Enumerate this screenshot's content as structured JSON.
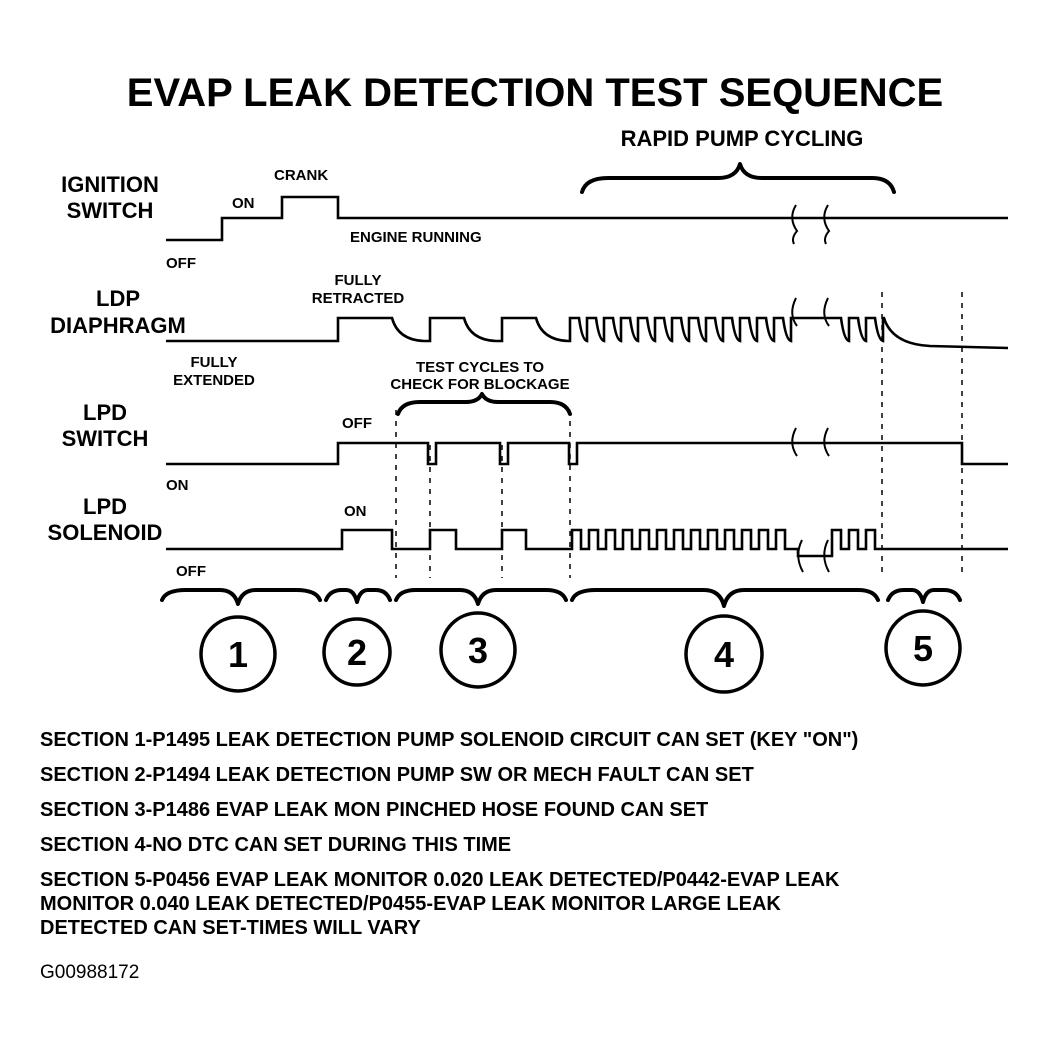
{
  "title": "EVAP LEAK DETECTION TEST SEQUENCE",
  "rapid_label": "RAPID PUMP CYCLING",
  "signals": {
    "ignition": {
      "line1": "IGNITION",
      "line2": "SWITCH",
      "off": "OFF",
      "on": "ON",
      "crank": "CRANK",
      "running": "ENGINE RUNNING"
    },
    "ldp": {
      "line1": "LDP",
      "line2": "DIAPHRAGM",
      "retracted1": "FULLY",
      "retracted2": "RETRACTED",
      "extended1": "FULLY",
      "extended2": "EXTENDED"
    },
    "switch": {
      "line1": "LPD",
      "line2": "SWITCH",
      "off": "OFF",
      "on": "ON"
    },
    "solenoid": {
      "line1": "LPD",
      "line2": "SOLENOID",
      "on": "ON",
      "off": "OFF"
    }
  },
  "test_cycles1": "TEST CYCLES TO",
  "test_cycles2": "CHECK FOR BLOCKAGE",
  "sections": [
    "1",
    "2",
    "3",
    "4",
    "5"
  ],
  "descriptions": [
    [
      "SECTION 1-P1495 LEAK DETECTION PUMP SOLENOID CIRCUIT CAN SET (KEY \"ON\")"
    ],
    [
      "SECTION 2-P1494 LEAK DETECTION PUMP SW OR MECH FAULT CAN SET"
    ],
    [
      "SECTION 3-P1486 EVAP LEAK MON PINCHED HOSE FOUND CAN SET"
    ],
    [
      "SECTION 4-NO DTC CAN SET DURING THIS TIME"
    ],
    [
      "SECTION 5-P0456 EVAP LEAK MONITOR 0.020 LEAK DETECTED/P0442-EVAP LEAK",
      "MONITOR 0.040 LEAK DETECTED/P0455-EVAP LEAK MONITOR LARGE LEAK",
      "DETECTED CAN SET-TIMES WILL VARY"
    ]
  ],
  "figure_code": "G00988172"
}
